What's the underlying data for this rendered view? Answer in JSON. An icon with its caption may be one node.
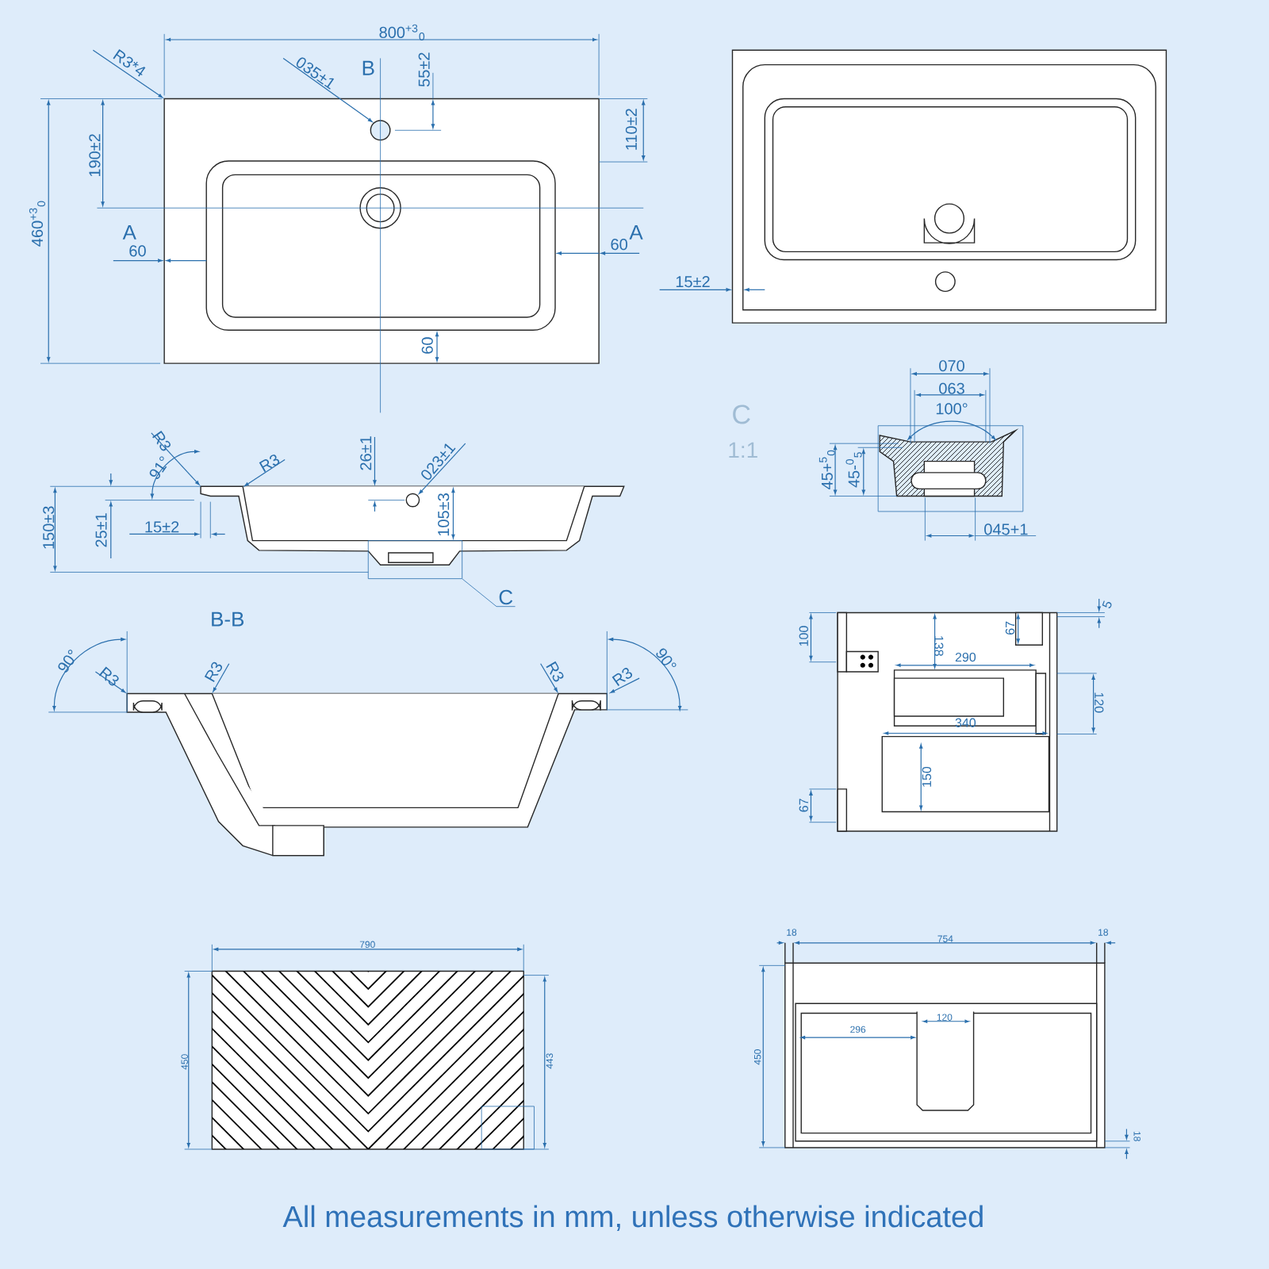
{
  "diagram": {
    "nodes": [
      {
        "text": [
          "C"
        ]
      },
      {
        "text": [],
        "shape": "box"
      }
    ],
    "edges": [
      {
        "from": 0,
        "to": 1,
        "arrow": "none"
      }
    ],
    "caption": "All measurements in mm, unless otherwise indicated",
    "labels": [
      "800$^{+3}$$_{0}$",
      "R3*4",
      "035±1",
      "B",
      "55±2",
      "110±2",
      "190±2",
      "460$^{+3}$$_{0}$",
      "A",
      "60",
      "A",
      "60",
      "60",
      "15±2",
      "C",
      "1:1",
      "070",
      "063",
      "100°",
      "45+$^{5}$$_{0}$",
      "45-$^{0}$$_{5}$",
      "045+1",
      "R3",
      "91°",
      "R3",
      "26±1",
      "023±1",
      "150±3",
      "25±1",
      "15±2",
      "105±3",
      "B-B",
      "90°",
      "R3",
      "R3",
      "R3",
      "R3",
      "90°",
      "5",
      "100",
      "138",
      "67",
      "290",
      "120",
      "340",
      "150",
      "67",
      "790",
      "450",
      "443",
      "18",
      "754",
      "18",
      "120",
      "296",
      "450",
      "18"
    ]
  }
}
